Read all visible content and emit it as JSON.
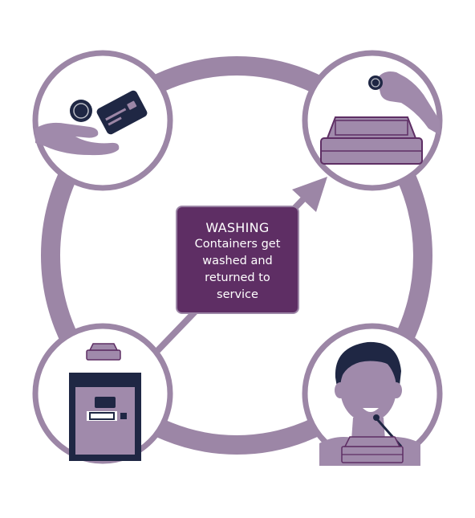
{
  "colors": {
    "ring": "#9c86a6",
    "circle_fill": "#ffffff",
    "accent_purple": "#5e2e64",
    "light_purple": "#a08aab",
    "navy": "#1f2744",
    "text_on_box": "#ffffff"
  },
  "center": {
    "title": "WASHING",
    "description": "Containers get washed and returned to service"
  },
  "stages": [
    {
      "name": "payment",
      "icons": [
        "hand-icon",
        "coin-icon",
        "card-icon"
      ]
    },
    {
      "name": "container-pickup",
      "icons": [
        "hand-icon",
        "coin-icon",
        "takeout-container-icon"
      ]
    },
    {
      "name": "return-machine",
      "icons": [
        "takeout-container-icon",
        "return-kiosk-icon"
      ]
    },
    {
      "name": "customer-eating",
      "icons": [
        "person-icon",
        "fork-icon",
        "takeout-container-icon"
      ]
    }
  ]
}
